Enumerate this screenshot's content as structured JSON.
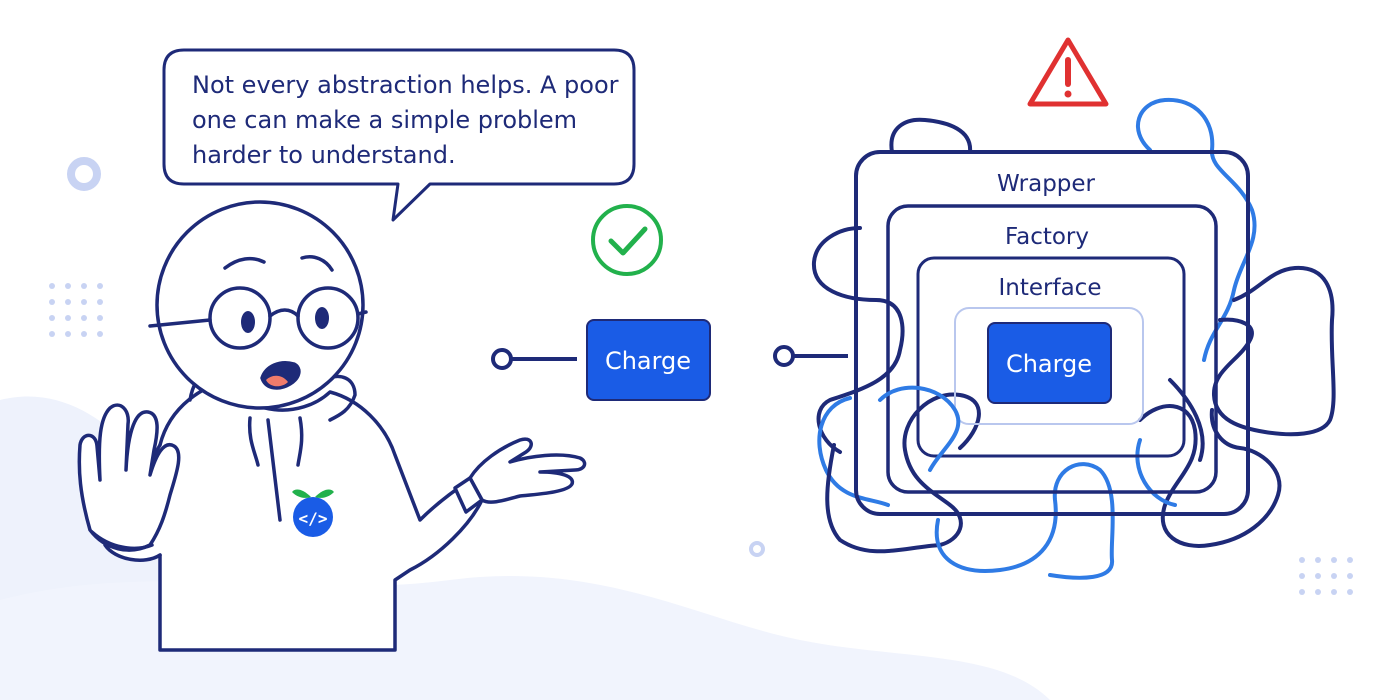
{
  "speech_bubble": {
    "line1": "Not every abstraction helps. A poor",
    "line2": "one can make a simple problem",
    "line3": "harder to understand."
  },
  "simple_side": {
    "charge_label": "Charge",
    "status_icon": "check-circle-icon"
  },
  "complex_side": {
    "layer_labels": [
      "Wrapper",
      "Factory",
      "Interface"
    ],
    "charge_label": "Charge",
    "status_icon": "warning-triangle-icon"
  },
  "character": {
    "badge_icon": "code-tag-icon"
  },
  "colors": {
    "navy": "#1e2a78",
    "primary_blue": "#1a5ce6",
    "light_blue": "#2f7be5",
    "success_green": "#22b14c",
    "warning_red": "#e03131",
    "pale_background": "#e9eefb"
  }
}
